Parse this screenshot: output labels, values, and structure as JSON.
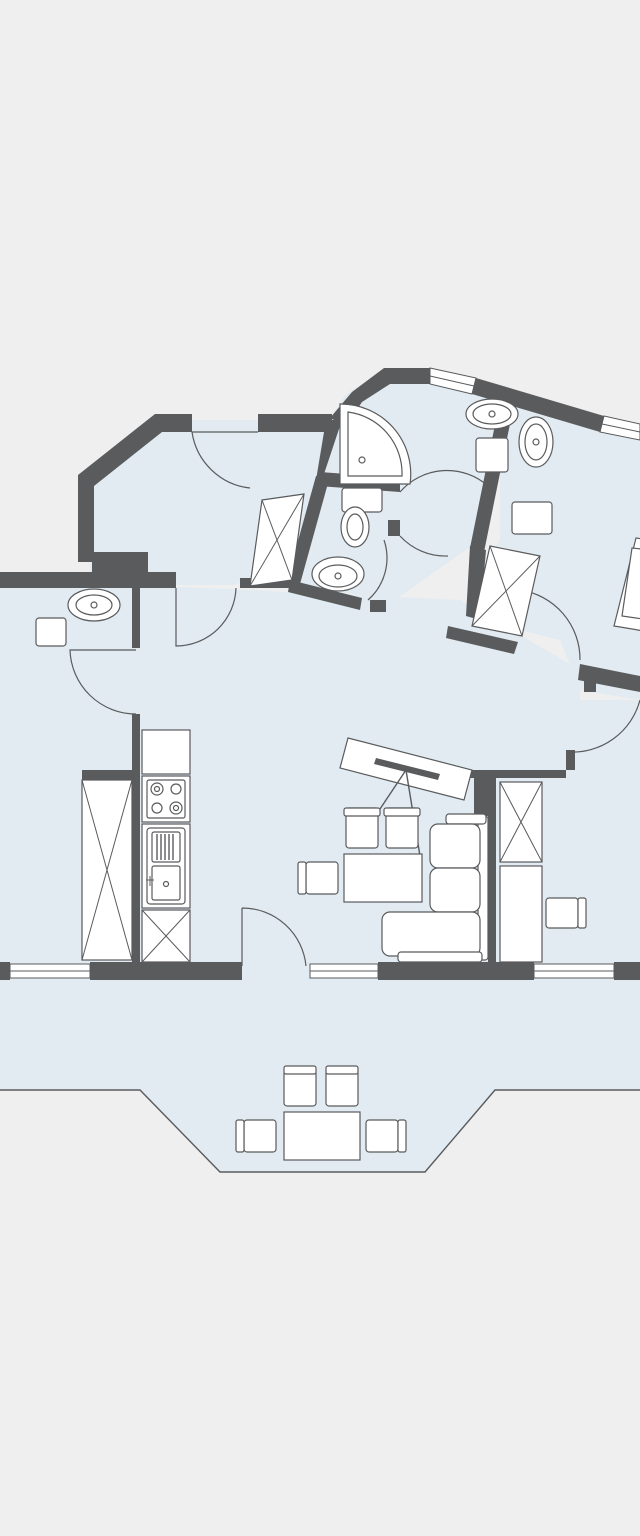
{
  "colors": {
    "background": "#efefef",
    "floor": "#e1ebf1",
    "wall": "#5a5b5d",
    "fixture_stroke": "#5a5b5d",
    "fixture_fill": "#ffffff"
  },
  "fixtures": {
    "bathroom_sinks": 4,
    "toilets": 1,
    "showers": 1,
    "stove_burners": 4,
    "kitchen_sinks": 1,
    "wardrobes": 3,
    "indoor_dining_chairs": 3,
    "balcony_chairs": 4,
    "sofa_seats": 3,
    "beds": 1
  }
}
